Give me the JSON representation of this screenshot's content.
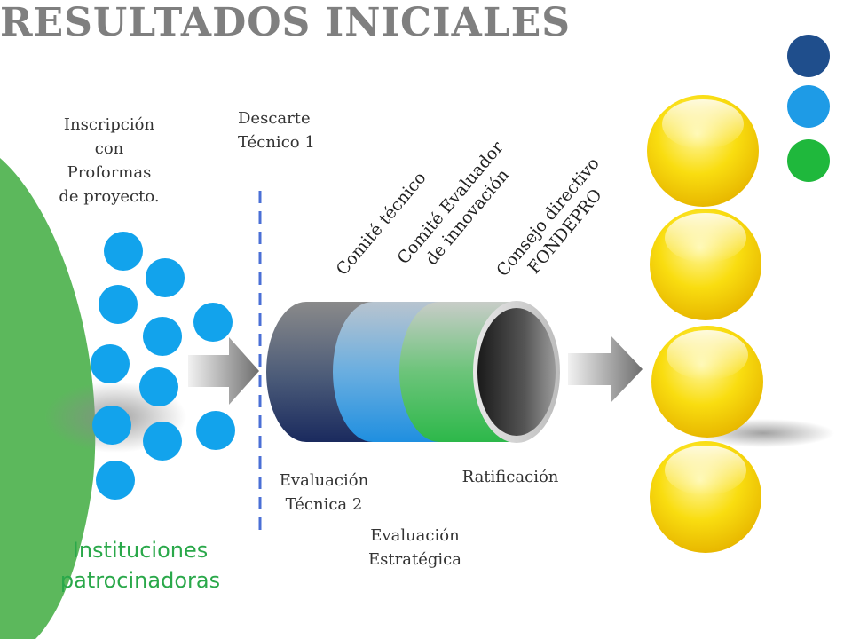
{
  "title": "RESULTADOS INICIALES",
  "labels": {
    "inscripcion": [
      "Inscripción",
      "con",
      "Proformas",
      "de proyecto."
    ],
    "descarte": [
      "Descarte",
      "Técnico 1"
    ],
    "comite_tecnico": "Comité técnico",
    "comite_evaluador": [
      "Comité  Evaluador",
      "de innovación"
    ],
    "consejo": [
      "Consejo directivo",
      "FONDEPRO"
    ],
    "eval_tecnica": [
      "Evaluación",
      "Técnica 2"
    ],
    "eval_estrategica": [
      "Evaluación",
      "Estratégica"
    ],
    "ratificacion": "Ratificación",
    "instituciones": [
      "Instituciones",
      "patrocinadoras"
    ]
  },
  "colors": {
    "dot_dark_blue": "#1f4e8c",
    "dot_light_blue": "#1e9be6",
    "dot_green": "#1fb83c",
    "input_circle": "#12a3ec",
    "left_panel": "#5cb85c",
    "output_yellow": "#f7d400",
    "dashed_line": "#4a6fd6"
  }
}
